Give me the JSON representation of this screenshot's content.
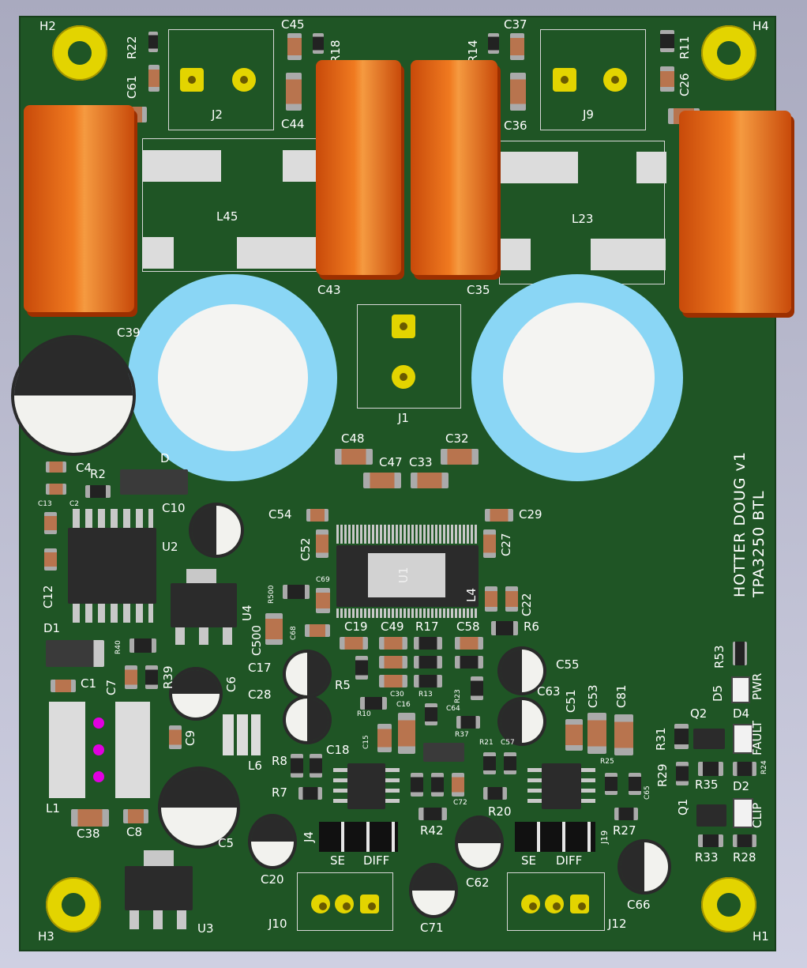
{
  "board": {
    "title_line1": "HOTTER DOUG v1",
    "title_line2": "TPA3250 BTL",
    "colors": {
      "solder_mask": "#1f5525",
      "silkscreen": "#ffffff",
      "gold_pad": "#e3d400",
      "film_cap": "#f07a20",
      "electrolytic_sleeve": "#8ad6f5"
    }
  },
  "mounting_holes": [
    "H2",
    "H4",
    "H3",
    "H1"
  ],
  "connectors": {
    "J1": "J1",
    "J2": "J2",
    "J9": "J9",
    "J4": "J4",
    "J19": "J19",
    "J10": "J10",
    "J12": "J12",
    "J4_se": "SE",
    "J4_diff": "DIFF",
    "J19_se": "SE",
    "J19_diff": "DIFF"
  },
  "indicators": {
    "pwr": "PWR",
    "fault": "FAULT",
    "clip": "CLIP"
  },
  "refs": {
    "R22": "R22",
    "C61": "C61",
    "C45": "C45",
    "R18": "R18",
    "C44": "C44",
    "R14": "R14",
    "C37": "C37",
    "C36": "C36",
    "R11": "R11",
    "C26": "C26",
    "L45": "L45",
    "L23": "L23",
    "C43": "C43",
    "C35": "C35",
    "C39": "C39",
    "C48": "C48",
    "C47": "C47",
    "C33": "C33",
    "C32": "C32",
    "C4": "C4",
    "R2": "R2",
    "C13": "C13",
    "C2": "C2",
    "D": "D",
    "C10": "C10",
    "C54": "C54",
    "C29": "C29",
    "C52": "C52",
    "C27": "C27",
    "U1": "U1",
    "U2": "U2",
    "U4": "U4",
    "C12": "C12",
    "R500": "R500",
    "C69": "C69",
    "C22": "C22",
    "L4": "L4",
    "D1": "D1",
    "R40": "R40",
    "C500": "C500",
    "C68": "C68",
    "C19": "C19",
    "C49": "C49",
    "R17": "R17",
    "C58": "C58",
    "R6": "R6",
    "R53": "R53",
    "C17": "C17",
    "C55": "C55",
    "C1": "C1",
    "C7": "C7",
    "R39": "R39",
    "C6": "C6",
    "R5": "R5",
    "C30": "C30",
    "R13": "R13",
    "R23": "R23",
    "C63": "C63",
    "C53": "C53",
    "C81": "C81",
    "D5": "D5",
    "C28": "C28",
    "R10": "R10",
    "C16": "C16",
    "C64": "C64",
    "C51": "C51",
    "D4": "D4",
    "Q2": "Q2",
    "C9": "C9",
    "C15": "C15",
    "R37": "R37",
    "R21": "R21",
    "C57": "C57",
    "R31": "R31",
    "L6": "L6",
    "R8": "R8",
    "C18": "C18",
    "R25": "R25",
    "C65": "C65",
    "R29": "R29",
    "R35": "R35",
    "R24": "R24",
    "D2": "D2",
    "L1": "L1",
    "R7": "R7",
    "C72": "C72",
    "R20": "R20",
    "Q1": "Q1",
    "C38": "C38",
    "C8": "C8",
    "C5": "C5",
    "R42": "R42",
    "R27": "R27",
    "R33": "R33",
    "R28": "R28",
    "C20": "C20",
    "C62": "C62",
    "C66": "C66",
    "C71": "C71",
    "U3": "U3"
  }
}
